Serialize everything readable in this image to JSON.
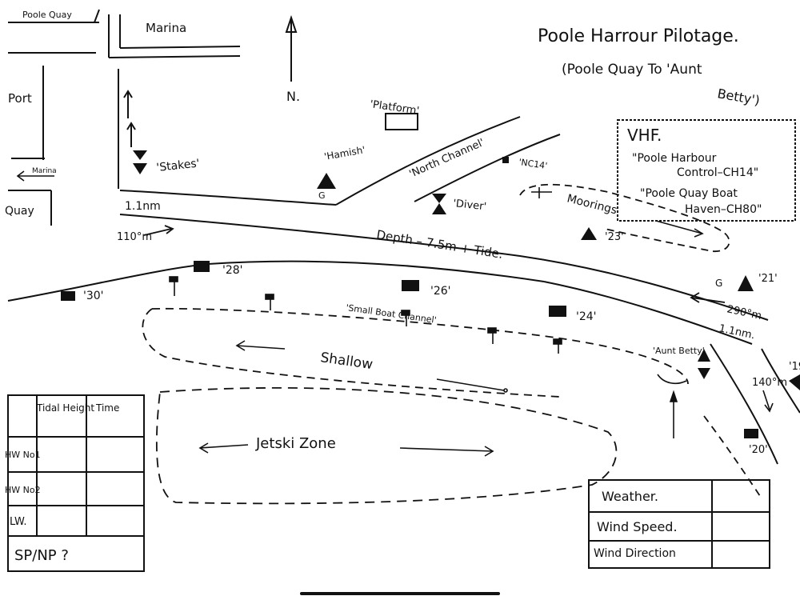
{
  "map": {
    "title": "Poole Harrour Pilotage.",
    "subtitle_line1": "(Poole Quay To 'Aunt",
    "subtitle_line2": "Betty')",
    "labels": {
      "poole_quay_top": "Poole Quay",
      "marina_top": "Marina",
      "port": "Port",
      "marina_arrow": "Marina",
      "quay": "Quay",
      "north": "N.",
      "platform": "'Platform'",
      "stakes": "'Stakes'",
      "hamish": "'Hamish'",
      "g_hamish": "G",
      "north_channel": "'North Channel'",
      "nc14": "'NC14'",
      "diver": "'Diver'",
      "moorings": "Moorings",
      "m23": "'23'",
      "depth": "Depth – 7.5m + Tide.",
      "nm_left": "1.1nm",
      "bearing_left": "110°m",
      "m28": "'28'",
      "m30": "'30'",
      "m26": "'26'",
      "m24": "'24'",
      "small_boat_channel": "'Small Boat Channel'",
      "shallow": "Shallow",
      "jetski_zone": "Jetski Zone",
      "g_21": "G",
      "m21": "'21'",
      "bearing_right": "290°m",
      "nm_right": "1.1nm.",
      "aunt_betty": "'Aunt Betty'",
      "bearing_140": "140°m",
      "m20": "'20'",
      "edge_19": "'19"
    },
    "vhf": {
      "heading": "VHF.",
      "line1": "\"Poole Harbour",
      "line2": "Control–CH14\"",
      "line3": "\"Poole Quay Boat",
      "line4": "Haven–CH80\""
    },
    "tide_table": {
      "col1": "Tidal Height",
      "col2": "Time",
      "rows": [
        "HW No1",
        "HW No2",
        "LW."
      ],
      "footer": "SP/NP ?"
    },
    "weather_box": {
      "rows": [
        "Weather.",
        "Wind Speed.",
        "Wind Direction"
      ]
    },
    "top_handle": "•••"
  }
}
